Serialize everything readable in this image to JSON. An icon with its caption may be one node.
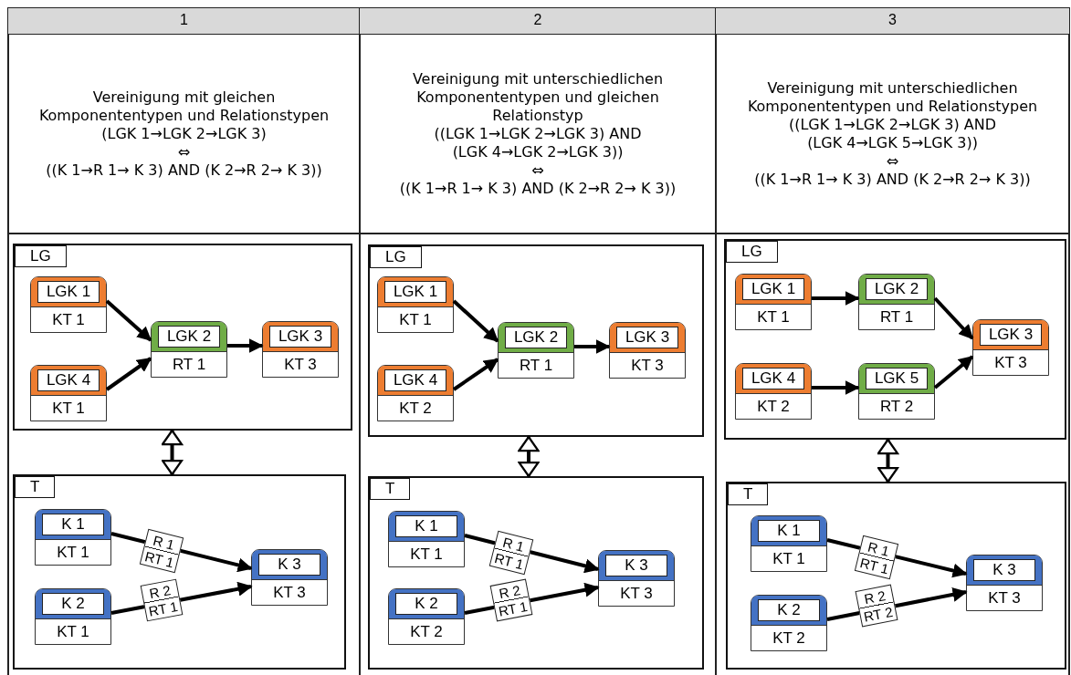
{
  "diagram": {
    "nodes": [
      {
        "text": [
          "LG"
        ]
      },
      {
        "text": [
          "LGK 1",
          "KT 1"
        ],
        "in": 0
      },
      {
        "text": [
          "LGK 2",
          "RT 1"
        ],
        "in": 0
      },
      {
        "text": [
          "LGK 3",
          "KT 3"
        ],
        "in": 0
      },
      {
        "text": [
          "LGK 4",
          "KT 1"
        ],
        "in": 0
      },
      {
        "text": [
          "T"
        ]
      },
      {
        "text": [
          "K 1",
          "KT 1"
        ],
        "in": 5
      },
      {
        "text": [
          "K 3",
          "KT 3"
        ],
        "in": 5
      },
      {
        "text": [
          "K 2",
          "KT 1"
        ],
        "in": 5
      },
      {
        "text": [
          "LG"
        ]
      },
      {
        "text": [
          "LGK 1",
          "KT 1"
        ],
        "in": 9
      },
      {
        "text": [
          "LGK 2",
          "RT 1"
        ],
        "in": 9
      },
      {
        "text": [
          "LGK 3",
          "KT 3"
        ],
        "in": 9
      },
      {
        "text": [
          "LGK 4",
          "KT 2"
        ],
        "in": 9
      },
      {
        "text": [
          "T"
        ]
      },
      {
        "text": [
          "K 1",
          "KT 1"
        ],
        "in": 14
      },
      {
        "text": [
          "K 3",
          "KT 3"
        ],
        "in": 14
      },
      {
        "text": [
          "K 2",
          "KT 2"
        ],
        "in": 14
      },
      {
        "text": [
          "LG"
        ]
      },
      {
        "text": [
          "LGK 1",
          "KT 1"
        ],
        "in": 18
      },
      {
        "text": [
          "LGK 2",
          "RT 1"
        ],
        "in": 18
      },
      {
        "text": [
          "LGK 3",
          "KT 3"
        ],
        "in": 18
      },
      {
        "text": [
          "LGK 4",
          "KT 2"
        ],
        "in": 18
      },
      {
        "text": [
          "LGK 5",
          "RT 2"
        ],
        "in": 18
      },
      {
        "text": [
          "T"
        ]
      },
      {
        "text": [
          "K 1",
          "KT 1"
        ],
        "in": 24
      },
      {
        "text": [
          "K 3",
          "KT 3"
        ],
        "in": 24
      },
      {
        "text": [
          "K 2",
          "KT 2"
        ],
        "in": 24
      }
    ],
    "edges": [
      {
        "from": 1,
        "to": 2,
        "arrow": "to"
      },
      {
        "from": 4,
        "to": 2,
        "arrow": "to"
      },
      {
        "from": 2,
        "to": 3,
        "arrow": "to"
      },
      {
        "from": 0,
        "to": 5,
        "arrow": "both"
      },
      {
        "from": 6,
        "to": 7,
        "arrow": "to",
        "label": "R 1 RT 1"
      },
      {
        "from": 8,
        "to": 7,
        "arrow": "to",
        "label": "R 2 RT 1"
      },
      {
        "from": 10,
        "to": 11,
        "arrow": "to"
      },
      {
        "from": 13,
        "to": 11,
        "arrow": "to"
      },
      {
        "from": 11,
        "to": 12,
        "arrow": "to"
      },
      {
        "from": 9,
        "to": 14,
        "arrow": "both"
      },
      {
        "from": 15,
        "to": 16,
        "arrow": "to",
        "label": "R 1 RT 1"
      },
      {
        "from": 17,
        "to": 16,
        "arrow": "to",
        "label": "R 2 RT 1"
      },
      {
        "from": 19,
        "to": 20,
        "arrow": "to"
      },
      {
        "from": 22,
        "to": 23,
        "arrow": "to"
      },
      {
        "from": 20,
        "to": 21,
        "arrow": "to"
      },
      {
        "from": 23,
        "to": 21,
        "arrow": "to"
      },
      {
        "from": 18,
        "to": 24,
        "arrow": "both"
      },
      {
        "from": 25,
        "to": 26,
        "arrow": "to",
        "label": "R 1 RT 1"
      },
      {
        "from": 27,
        "to": 26,
        "arrow": "to",
        "label": "R 2 RT 2"
      }
    ],
    "labels": [
      "1",
      "2",
      "3",
      "Vereinigung mit gleichen Komponententypen und Relationstypen",
      "(LGK 1→LGK 2→LGK 3)",
      "⇔",
      "((K 1→R 1→ K 3) AND (K 2→R 2→ K 3))",
      "Vereinigung mit unterschiedlichen Komponententypen und gleichen Relationstyp",
      "((LGK 1→LGK 2→LGK 3) AND",
      "(LGK 4→LGK 2→LGK 3))",
      "⇔",
      "((K 1→R 1→ K 3) AND (K 2→R 2→ K 3))",
      "Vereinigung mit unterschiedlichen Komponententypen und Relationstypen",
      "((LGK 1→LGK 2→LGK 3) AND",
      "(LGK 4→LGK 5→LGK 3))",
      "⇔",
      "((K 1→R 1→ K 3) AND (K 2→R 2→ K 3))"
    ]
  }
}
